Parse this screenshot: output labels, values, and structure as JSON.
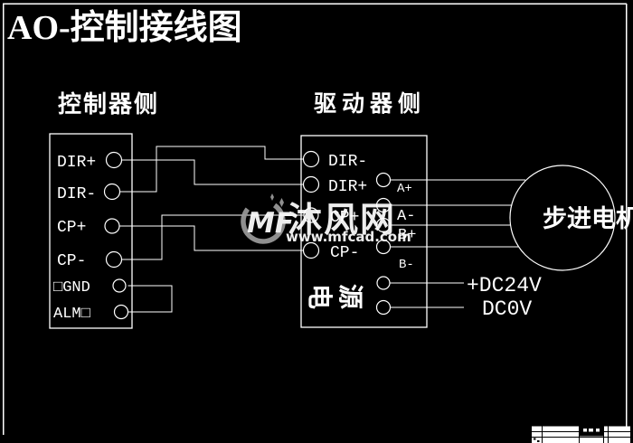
{
  "title": "AO-控制接线图",
  "headers": {
    "controller": "控制器侧",
    "driver": "驱动器侧"
  },
  "controller_box": {
    "terminals": [
      "DIR+",
      "DIR-",
      "CP+",
      "CP-",
      "□GND",
      "ALM□"
    ]
  },
  "driver_box": {
    "left_terminals": [
      "DIR-",
      "DIR+",
      "CP+",
      "CP-"
    ],
    "right_terminals": [
      "A+",
      "A-",
      "B+",
      "B-"
    ],
    "power_char_1": "电",
    "power_char_2": "源",
    "power_terminal_labels": [
      "+DC24V",
      "DC0V"
    ]
  },
  "motor": {
    "label": "步进电机"
  },
  "watermark": {
    "logo": "MF",
    "site_name": "沐风网",
    "site_url": "www.mfcad.com"
  },
  "colors": {
    "background": "#000000",
    "line": "#ffffff",
    "title": "#ffff00",
    "watermark": "#9a9a9a"
  }
}
